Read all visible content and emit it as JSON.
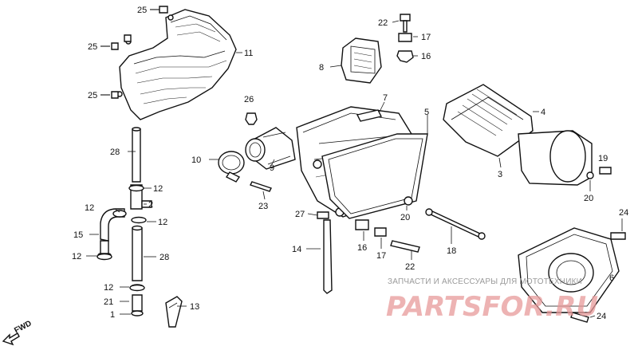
{
  "diagram": {
    "callouts": [
      {
        "id": "c25a",
        "label": "25"
      },
      {
        "id": "c25b",
        "label": "25"
      },
      {
        "id": "c25c",
        "label": "25"
      },
      {
        "id": "c11",
        "label": "11"
      },
      {
        "id": "c22a",
        "label": "22"
      },
      {
        "id": "c17a",
        "label": "17"
      },
      {
        "id": "c16a",
        "label": "16"
      },
      {
        "id": "c8",
        "label": "8"
      },
      {
        "id": "c7",
        "label": "7"
      },
      {
        "id": "c5",
        "label": "5"
      },
      {
        "id": "c4",
        "label": "4"
      },
      {
        "id": "c26",
        "label": "26"
      },
      {
        "id": "c28a",
        "label": "28"
      },
      {
        "id": "c10",
        "label": "10"
      },
      {
        "id": "c9",
        "label": "9"
      },
      {
        "id": "c3",
        "label": "3"
      },
      {
        "id": "c19",
        "label": "19"
      },
      {
        "id": "c20a",
        "label": "20"
      },
      {
        "id": "c12a",
        "label": "12"
      },
      {
        "id": "c2",
        "label": "2"
      },
      {
        "id": "c12b",
        "label": "12"
      },
      {
        "id": "c12c",
        "label": "12"
      },
      {
        "id": "c23",
        "label": "23"
      },
      {
        "id": "c27",
        "label": "27"
      },
      {
        "id": "c20b",
        "label": "20"
      },
      {
        "id": "c24a",
        "label": "24"
      },
      {
        "id": "c15",
        "label": "15"
      },
      {
        "id": "c16b",
        "label": "16"
      },
      {
        "id": "c17b",
        "label": "17"
      },
      {
        "id": "c14",
        "label": "14"
      },
      {
        "id": "c18",
        "label": "18"
      },
      {
        "id": "c12d",
        "label": "12"
      },
      {
        "id": "c28b",
        "label": "28"
      },
      {
        "id": "c22b",
        "label": "22"
      },
      {
        "id": "c6",
        "label": "6"
      },
      {
        "id": "c12e",
        "label": "12"
      },
      {
        "id": "c21",
        "label": "21"
      },
      {
        "id": "c13",
        "label": "13"
      },
      {
        "id": "c1",
        "label": "1"
      },
      {
        "id": "c24b",
        "label": "24"
      }
    ],
    "fwd_label": "FWD"
  },
  "watermark": {
    "caption": "ЗАПЧАСТИ И АКСЕССУАРЫ ДЛЯ МОТОТЕХНИКИ",
    "brand": "PARTSFOR.RU"
  }
}
